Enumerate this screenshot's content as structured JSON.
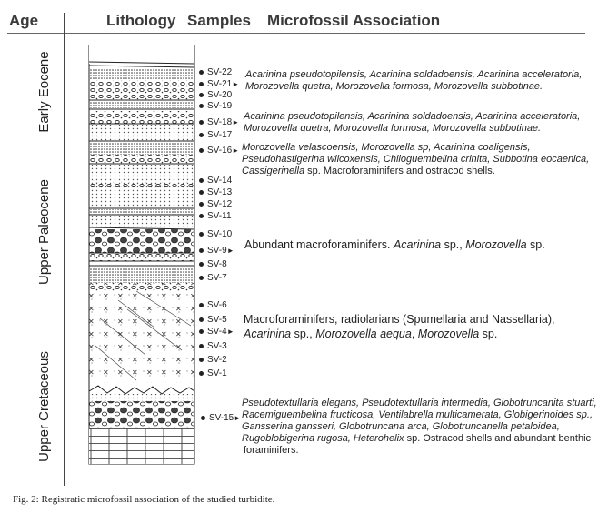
{
  "headers": {
    "age": "Age",
    "lithology": "Lithology",
    "samples": "Samples",
    "microfossil": "Microfossil Association"
  },
  "ages": [
    {
      "label": "Early Eocene"
    },
    {
      "label": "Upper Paleocene"
    },
    {
      "label": "Upper Cretaceous"
    }
  ],
  "samples": [
    {
      "id": "SV-22",
      "arrow": ""
    },
    {
      "id": "SV-21",
      "arrow": "►"
    },
    {
      "id": "SV-20",
      "arrow": ""
    },
    {
      "id": "SV-19",
      "arrow": ""
    },
    {
      "id": "SV-18",
      "arrow": "►"
    },
    {
      "id": "SV-17",
      "arrow": ""
    },
    {
      "id": "SV-16",
      "arrow": "►"
    },
    {
      "id": "SV-14",
      "arrow": ""
    },
    {
      "id": "SV-13",
      "arrow": ""
    },
    {
      "id": "SV-12",
      "arrow": ""
    },
    {
      "id": "SV-11",
      "arrow": ""
    },
    {
      "id": "SV-10",
      "arrow": ""
    },
    {
      "id": "SV-9",
      "arrow": "►"
    },
    {
      "id": "SV-8",
      "arrow": ""
    },
    {
      "id": "SV-7",
      "arrow": ""
    },
    {
      "id": "SV-6",
      "arrow": ""
    },
    {
      "id": "SV-5",
      "arrow": ""
    },
    {
      "id": "SV-4",
      "arrow": "►"
    },
    {
      "id": "SV-3",
      "arrow": ""
    },
    {
      "id": "SV-2",
      "arrow": ""
    },
    {
      "id": "SV-1",
      "arrow": ""
    },
    {
      "id": "SV-15",
      "arrow": "►"
    }
  ],
  "associations": {
    "a1": [
      "Acarinina pseudotopilensis, Acarinina soldadoensis, Acarinina acceleratoria,",
      "Morozovella quetra, Morozovella formosa, Morozovella subbotinae."
    ],
    "a2": [
      "Acarinina pseudotopilensis, Acarinina soldadoensis, Acarinina acceleratoria,",
      "Morozovella quetra, Morozovella formosa, Morozovella subbotinae."
    ],
    "a3_l1": "Morozovella velascoensis, Morozovella sp, Acarinina coaligensis,",
    "a3_l2": "Pseudohastigerina wilcoxensis, Chiloguembelina crinita, Subbotina eocaenica,",
    "a3_l3_it": "Cassigerinella",
    "a3_l3_rest": " sp. Macroforaminifers and ostracod shells.",
    "a4_pre": "Abundant macroforaminifers. ",
    "a4_it1": "Acarinina",
    "a4_mid": " sp., ",
    "a4_it2": "Morozovella",
    "a4_post": " sp.",
    "a5_l1": "Macroforaminifers, radiolarians (Spumellaria and  Nassellaria),",
    "a5_it1": "Acarinina",
    "a5_m1": " sp., ",
    "a5_it2": "Morozovella aequa",
    "a5_m2": ", ",
    "a5_it3": "Morozovella",
    "a5_m3": " sp.",
    "a6_l1": "Pseudotextullaria elegans, Pseudotextullaria intermedia, Globotruncanita stuarti,",
    "a6_l2": "Racemiguembelina fructicosa, Ventilabrella multicamerata, Globigerinoides sp.,",
    "a6_l3": "Gansserina gansseri, Globotruncana arca, Globotruncanella petaloidea,",
    "a6_l4_it": "Rugoblobigerina rugosa, Heterohelix",
    "a6_l4_rest": " sp. Ostracod shells and abundant benthic",
    "a6_l5": "foraminifers."
  },
  "caption": "Fig. 2: Registratic microfossil association of the studied turbidite."
}
